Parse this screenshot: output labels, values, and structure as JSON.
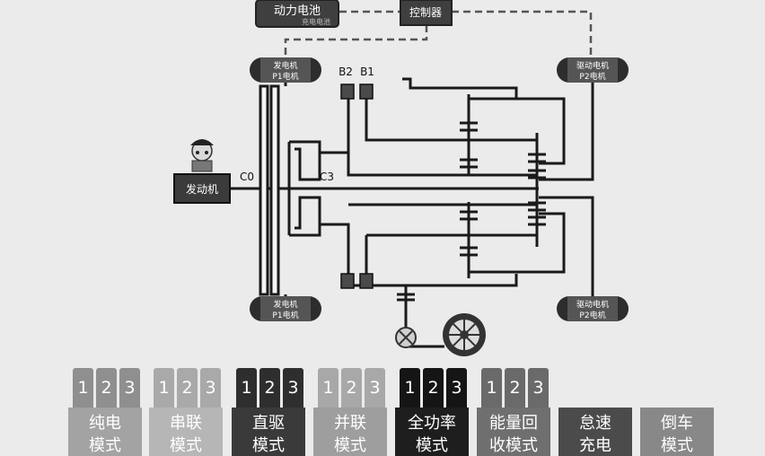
{
  "components": {
    "battery": "动力电池",
    "battery_sub": "充电电池",
    "controller": "控制器",
    "generator_top_l1": "发电机",
    "generator_top_l2": "P1电机",
    "generator_bottom_l1": "发电机",
    "generator_bottom_l2": "P1电机",
    "drive_motor_top_l1": "驱动电机",
    "drive_motor_top_l2": "P2电机",
    "drive_motor_bottom_l1": "驱动电机",
    "drive_motor_bottom_l2": "P2电机",
    "engine": "发动机",
    "brake_b2": "B2",
    "brake_b1": "B1",
    "clutch_c0": "C0",
    "clutch_c3": "C3"
  },
  "modes": [
    {
      "line1": "纯电",
      "line2": "模式",
      "nums": [
        "1",
        "2",
        "3"
      ],
      "bg": "#a3a3a3",
      "num_bg": "#8f8f8f"
    },
    {
      "line1": "串联",
      "line2": "模式",
      "nums": [
        "1",
        "2",
        "3"
      ],
      "bg": "#b6b6b6",
      "num_bg": "#a9a9a9"
    },
    {
      "line1": "直驱",
      "line2": "模式",
      "nums": [
        "1",
        "2",
        "3"
      ],
      "bg": "#3a3a3a",
      "num_bg": "#2e2e2e"
    },
    {
      "line1": "并联",
      "line2": "模式",
      "nums": [
        "1",
        "2",
        "3"
      ],
      "bg": "#9e9e9e",
      "num_bg": "#a8a8a8"
    },
    {
      "line1": "全功率",
      "line2": "模式",
      "nums": [
        "1",
        "2",
        "3"
      ],
      "bg": "#1e1e1e",
      "num_bg": "#151515"
    },
    {
      "line1": "能量回",
      "line2": "收模式",
      "nums": [
        "1",
        "2",
        "3"
      ],
      "bg": "#6f6f6f",
      "num_bg": "#6a6a6a"
    },
    {
      "line1": "怠速",
      "line2": "充电",
      "nums": [],
      "bg": "#4b4b4b",
      "num_bg": "#4b4b4b"
    },
    {
      "line1": "倒车",
      "line2": "模式",
      "nums": [],
      "bg": "#888888",
      "num_bg": "#888888"
    }
  ]
}
